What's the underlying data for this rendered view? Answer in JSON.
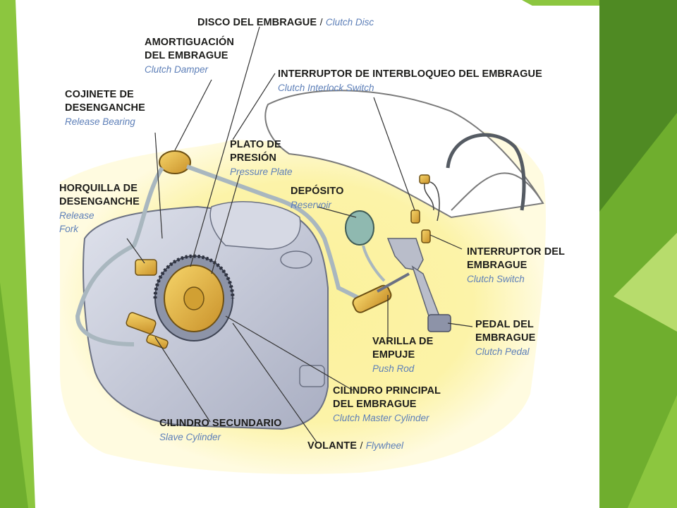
{
  "slide": {
    "accent_colors": [
      "#8cc63f",
      "#6fae2e",
      "#4f8a23",
      "#b7dc6c"
    ]
  },
  "diagram": {
    "colors": {
      "glow": "#fbf19a",
      "engine": "#c9cddb",
      "brass": "#e5b53a",
      "pipe": "#a9b7bf",
      "label_spanish": "#1d1d1b",
      "label_english": "#5d7fb8"
    },
    "labels": {
      "clutch_disc": {
        "es": "DISCO DEL EMBRAGUE",
        "sep": "/",
        "en": "Clutch Disc"
      },
      "clutch_damper": {
        "es_line1": "AMORTIGUACIÓN",
        "es_line2": "DEL EMBRAGUE",
        "en": "Clutch Damper"
      },
      "interlock_switch": {
        "es": "INTERRUPTOR DE INTERBLOQUEO DEL EMBRAGUE",
        "en": "Clutch Interlock Switch"
      },
      "release_bearing": {
        "es_line1": "COJINETE DE",
        "es_line2": "DESENGANCHE",
        "en": "Release Bearing"
      },
      "pressure_plate": {
        "es_line1": "PLATO DE",
        "es_line2": "PRESIÓN",
        "en": "Pressure Plate"
      },
      "release_fork": {
        "es_line1": "HORQUILLA DE",
        "es_line2": "DESENGANCHE",
        "en_line1": "Release",
        "en_line2": "Fork"
      },
      "reservoir": {
        "es": "DEPÓSITO",
        "en": "Reservoir"
      },
      "clutch_switch": {
        "es_line1": "INTERRUPTOR DEL",
        "es_line2": "EMBRAGUE",
        "en": "Clutch Switch"
      },
      "clutch_pedal": {
        "es_line1": "PEDAL DEL",
        "es_line2": "EMBRAGUE",
        "en": "Clutch Pedal"
      },
      "push_rod": {
        "es_line1": "VARILLA DE",
        "es_line2": "EMPUJE",
        "en": "Push Rod"
      },
      "master_cylinder": {
        "es_line1": "CILINDRO PRINCIPAL",
        "es_line2": "DEL EMBRAGUE",
        "en": "Clutch Master Cylinder"
      },
      "slave_cylinder": {
        "es": "CILINDRO SECUNDARIO",
        "en": "Slave Cylinder"
      },
      "flywheel": {
        "es": "VOLANTE",
        "sep": "/",
        "en": "Flywheel"
      }
    }
  }
}
